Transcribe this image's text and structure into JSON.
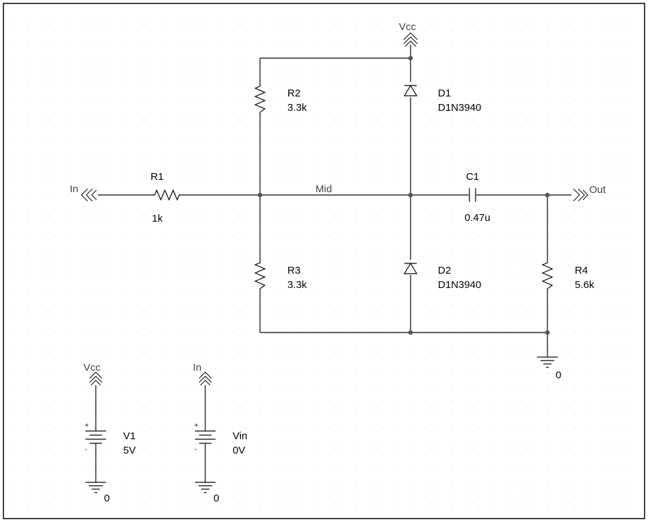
{
  "colors": {
    "wire": "#000000",
    "grid": "#c8c8c8",
    "junction": "#555555"
  },
  "nets": {
    "vcc_top": "Vcc",
    "in": "In",
    "out": "Out",
    "mid": "Mid",
    "vcc_v1": "Vcc",
    "in_vin": "In"
  },
  "components": {
    "R1": {
      "ref": "R1",
      "value": "1k"
    },
    "R2": {
      "ref": "R2",
      "value": "3.3k"
    },
    "R3": {
      "ref": "R3",
      "value": "3.3k"
    },
    "R4": {
      "ref": "R4",
      "value": "5.6k"
    },
    "C1": {
      "ref": "C1",
      "value": "0.47u"
    },
    "D1": {
      "ref": "D1",
      "value": "D1N3940"
    },
    "D2": {
      "ref": "D2",
      "value": "D1N3940"
    },
    "V1": {
      "ref": "V1",
      "value": "5V"
    },
    "Vin": {
      "ref": "Vin",
      "value": "0V"
    }
  },
  "ground": {
    "label": "0"
  },
  "polarity": {
    "plus": "+",
    "minus": "-"
  }
}
